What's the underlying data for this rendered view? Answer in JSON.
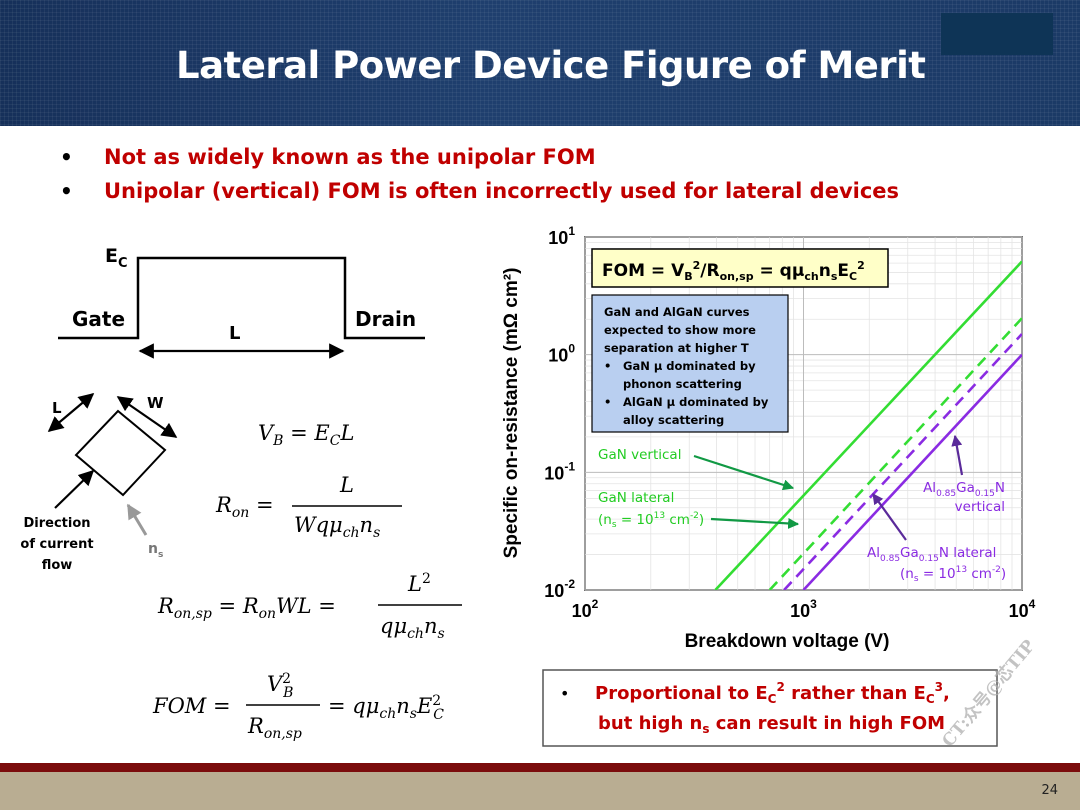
{
  "title": "Lateral Power Device Figure of Merit",
  "bullets": [
    "Not as widely known as the unipolar FOM",
    "Unipolar (vertical) FOM is often incorrectly used for lateral devices"
  ],
  "band_diagram": {
    "ec_label": "E",
    "ec_sub": "C",
    "gate_label": "Gate",
    "drain_label": "Drain",
    "length_label": "L"
  },
  "geometry_sketch": {
    "l_label": "L",
    "w_label": "W",
    "direction_label": [
      "Direction",
      "of current",
      "flow"
    ],
    "ns_label": "n",
    "ns_sub": "s"
  },
  "equations": {
    "vb": "V_B = E_C L",
    "ron": "R_on = L / (W q μ_ch n_s)",
    "ronsp": "R_on,sp = R_on W L = L² / (q μ_ch n_s)",
    "fom": "FOM = V_B² / R_on,sp = q μ_ch n_s E_C²"
  },
  "chart_data": {
    "type": "line",
    "xlabel": "Breakdown voltage (V)",
    "ylabel": "Specific on-resistance (mΩ cm²)",
    "x_scale": "log",
    "y_scale": "log",
    "xlim": [
      100,
      10000
    ],
    "ylim": [
      0.01,
      10
    ],
    "x_ticks": [
      {
        "base": "10",
        "exp": "2"
      },
      {
        "base": "10",
        "exp": "3"
      },
      {
        "base": "10",
        "exp": "4"
      }
    ],
    "y_ticks": [
      {
        "base": "10",
        "exp": "1"
      },
      {
        "base": "10",
        "exp": "0"
      },
      {
        "base": "10",
        "exp": "-1"
      },
      {
        "base": "10",
        "exp": "-2"
      }
    ],
    "grid": true,
    "series": [
      {
        "name": "GaN vertical",
        "color": "#33dd33",
        "dash": false,
        "points": [
          [
            395,
            0.01
          ],
          [
            10000,
            6.2
          ]
        ]
      },
      {
        "name": "GaN lateral",
        "color": "#33dd33",
        "dash": true,
        "points": [
          [
            700,
            0.01
          ],
          [
            10000,
            2.04
          ]
        ]
      },
      {
        "name": "Al0.85Ga0.15N vertical",
        "color": "#8a2be2",
        "dash": true,
        "points": [
          [
            815,
            0.01
          ],
          [
            10000,
            1.5
          ]
        ]
      },
      {
        "name": "Al0.85Ga0.15N lateral",
        "color": "#8a2be2",
        "dash": false,
        "points": [
          [
            1000,
            0.01
          ],
          [
            10000,
            1.0
          ]
        ]
      }
    ],
    "fom_box": {
      "text": "FOM = V",
      "sub_b": "B",
      "sup_2": "2",
      "mid": "/R",
      "sub_onsp": "on,sp",
      "eq": " = qμ",
      "sub_ch": "ch",
      "n": "n",
      "sub_s": "s",
      "e": "E",
      "sub_c": "C",
      "sup_c2": "2"
    },
    "note_box": [
      "GaN and AlGaN curves",
      "expected to show more",
      "separation at higher T",
      "GaN μ dominated by",
      "phonon scattering",
      "AlGaN μ dominated by",
      "alloy scattering"
    ],
    "annotations": {
      "gan_vertical": "GaN vertical",
      "gan_lateral": "GaN lateral",
      "gan_lateral_ns": "(n",
      "gan_lateral_ns_rest": " = 10",
      "ns_exp": "13",
      "cm": " cm",
      "cm_exp": "-2",
      "algan_vertical_word": "vertical",
      "algan_lateral_word": "N lateral",
      "al": "Al",
      "al_sub": "0.85",
      "ga": "Ga",
      "ga_sub": "0.15"
    }
  },
  "conclusion": {
    "line1_a": "Proportional to E",
    "line1_sub1": "C",
    "line1_sup1": "2",
    "line1_b": " rather than E",
    "line1_sub2": "C",
    "line1_sup2": "3",
    "line2_a": "but high n",
    "line2_sub": "s",
    "line2_b": " can result in high FOM"
  },
  "watermark": "CT:众号@芯TIP",
  "page_number": "24"
}
